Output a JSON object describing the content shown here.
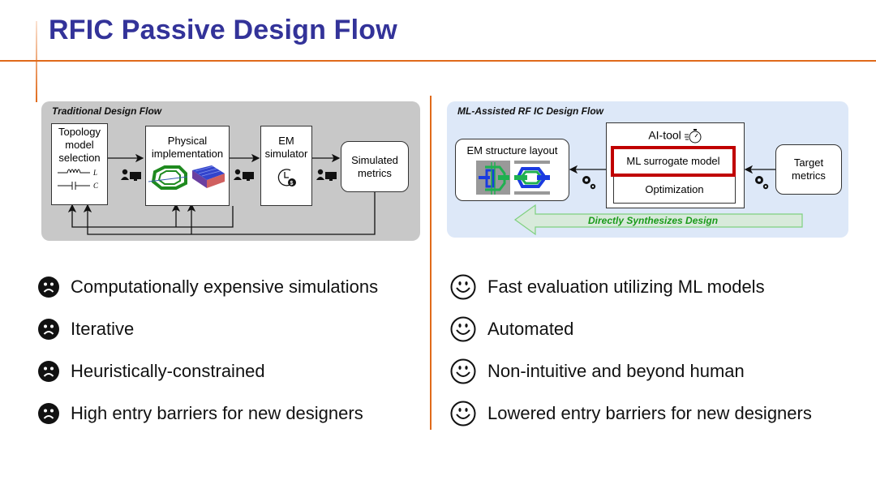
{
  "slide": {
    "title": "RFIC Passive Design Flow"
  },
  "traditional_flow": {
    "label": "Traditional Design Flow",
    "boxes": {
      "topology": [
        "Topology",
        "model",
        "selection"
      ],
      "topology_symbols": {
        "inductor": "L",
        "capacitor": "C"
      },
      "physical": [
        "Physical",
        "implementation"
      ],
      "em_simulator": [
        "EM",
        "simulator"
      ],
      "simulated_metrics": [
        "Simulated",
        "metrics"
      ]
    },
    "icons": [
      "user-computer-icon",
      "user-computer-icon",
      "user-computer-icon",
      "clock-dollar-icon",
      "inductor-layout-icon",
      "capacitor-layout-icon"
    ]
  },
  "ml_flow": {
    "label": "ML-Assisted RF IC Design Flow",
    "boxes": {
      "em_layout": "EM structure layout",
      "ai_tool": "AI-tool",
      "ml_surrogate": "ML surrogate model",
      "optimization": "Optimization",
      "target_metrics": [
        "Target",
        "metrics"
      ]
    },
    "arrow_label": "Directly Synthesizes Design",
    "colors": {
      "highlight": "#c00000",
      "arrow_text": "#1a9a1a",
      "arrow_fill": "#d8eadb"
    }
  },
  "cons": [
    "Computationally expensive simulations",
    "Iterative",
    "Heuristically-constrained",
    "High entry barriers for new designers"
  ],
  "pros": [
    "Fast evaluation utilizing ML models",
    "Automated",
    "Non-intuitive and beyond human",
    "Lowered entry barriers for new designers"
  ],
  "colors": {
    "title": "#333399",
    "accent_orange": "#e06a1a",
    "trad_panel": "#c8c8c8",
    "ml_panel": "#dde8f8"
  }
}
